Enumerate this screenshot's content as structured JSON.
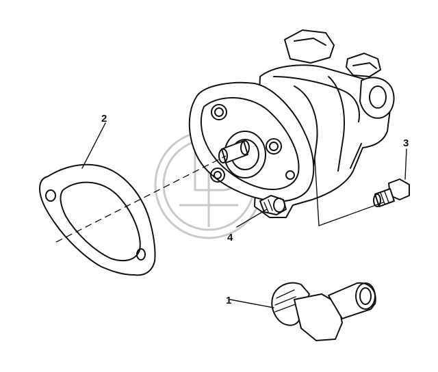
{
  "callouts": [
    {
      "id": "1",
      "label": "1"
    },
    {
      "id": "2",
      "label": "2"
    },
    {
      "id": "3",
      "label": "3"
    },
    {
      "id": "4",
      "label": "4"
    }
  ],
  "colors": {
    "line": "#111111",
    "background": "#ffffff",
    "watermark": "#c9c9c9"
  }
}
